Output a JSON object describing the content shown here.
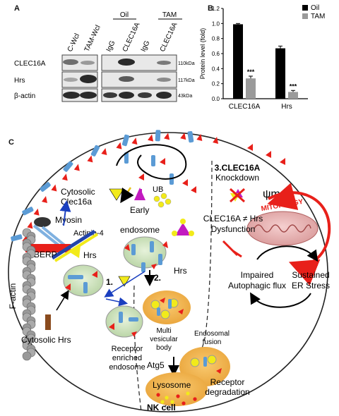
{
  "panel_a": {
    "label": "A",
    "lane_labels": [
      "C-Wcl",
      "TAM-Wcl",
      "IgG",
      "CLEC16A",
      "IgG",
      "CLEC16A"
    ],
    "group_labels": [
      "Oil",
      "TAM"
    ],
    "row_labels": [
      "CLEC16A",
      "Hrs",
      "β-actin"
    ],
    "size_markers": [
      "110kDa",
      "117kDa",
      "43kDa"
    ]
  },
  "panel_b": {
    "label": "B",
    "chart_data": {
      "type": "bar",
      "categories": [
        "CLEC16A",
        "Hrs"
      ],
      "series": [
        {
          "name": "Oil",
          "values": [
            0.99,
            0.67
          ],
          "errors": [
            0.01,
            0.03
          ],
          "color": "#000000"
        },
        {
          "name": "TAM",
          "values": [
            0.27,
            0.09
          ],
          "errors": [
            0.03,
            0.02
          ],
          "color": "#9a9a9a"
        }
      ],
      "ylabel": "Protein level (fold)",
      "ylim": [
        0,
        1.2
      ],
      "yticks": [
        "0.0",
        "0.2",
        "0.4",
        "0.6",
        "0.8",
        "1.0",
        "1.2"
      ],
      "significance": [
        "***",
        "***"
      ],
      "legend_position": "top-right"
    }
  },
  "panel_c": {
    "label": "C",
    "texts": {
      "cytosolic_clec16a": "Cytosolic\nClec16a",
      "ub": "UB",
      "early": "Early",
      "endosome": "endosome",
      "myosin": "Myosin",
      "actinin": "Actinin-4",
      "berp": "BERP",
      "hrs1": "Hrs",
      "hrs2": "Hrs",
      "factin": "F-actin",
      "step1": "1.",
      "step2": "2.",
      "cytosolic_hrs": "Cytosolic Hrs",
      "receptor_enriched": "Receptor\nenriched\nendosome",
      "mvb": "Multi\nvesicular\nbody",
      "endosomal_fusion": "Endosomal\nfusion",
      "atg5": "Atg5",
      "lysosome": "Lysosome",
      "receptor_degradation": "Receptor\ndegradation",
      "nk_cell": "NK cell",
      "step3": "3.CLEC16A\nKnockdown",
      "psi": "ψm",
      "mitophagy": "MITOPHAGY",
      "dysfunction_line1": "CLEC16A ≠ Hrs",
      "dysfunction_line2": "Dysfunction",
      "impaired": "Impaired\nAutophagic flux",
      "sustained": "Sustained\nER Stress"
    }
  }
}
